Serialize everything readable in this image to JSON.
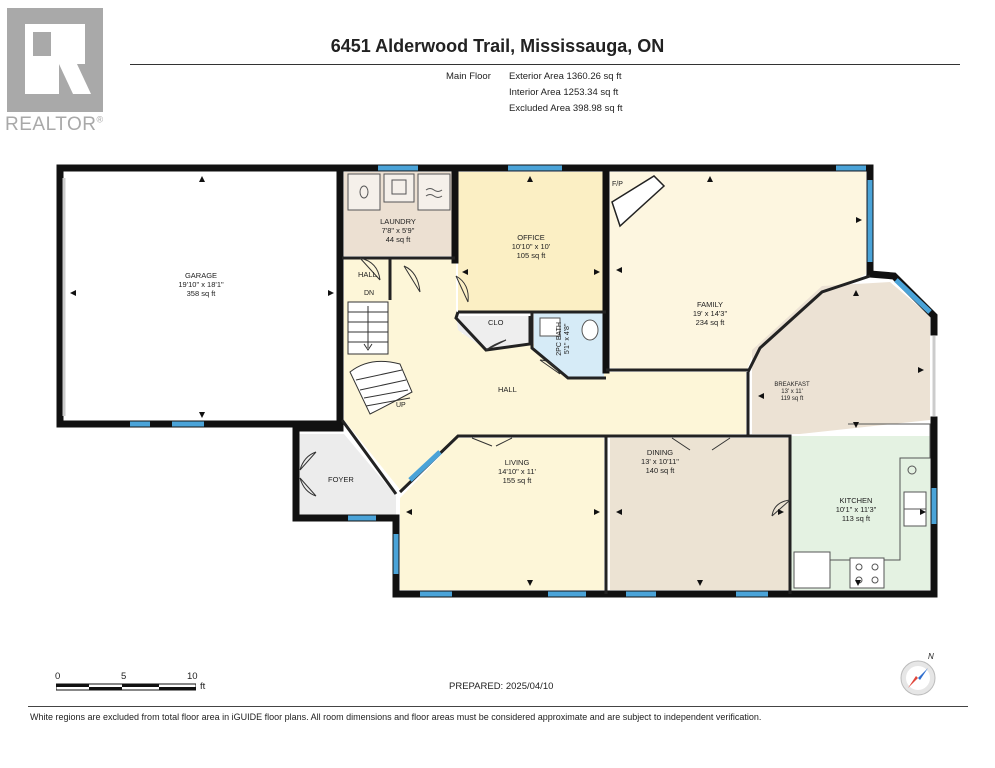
{
  "header": {
    "address": "6451 Alderwood Trail, Mississauga, ON"
  },
  "areas": {
    "floor_name": "Main Floor",
    "exterior": "Exterior Area 1360.26 sq ft",
    "interior": "Interior Area 1253.34 sq ft",
    "excluded": "Excluded Area 398.98 sq ft"
  },
  "logo": {
    "text": "REALTOR",
    "mark": "®"
  },
  "rooms": {
    "garage": {
      "name": "GARAGE",
      "dims": "19'10\" x 18'1\"",
      "area": "358 sq ft"
    },
    "laundry": {
      "name": "LAUNDRY",
      "dims": "7'8\" x 5'9\"",
      "area": "44 sq ft"
    },
    "office": {
      "name": "OFFICE",
      "dims": "10'10\" x 10'",
      "area": "105 sq ft"
    },
    "family": {
      "name": "FAMILY",
      "dims": "19' x 14'3\"",
      "area": "234 sq ft"
    },
    "breakfast": {
      "name": "BREAKFAST",
      "dims": "13' x 11'",
      "area": "119 sq ft"
    },
    "kitchen": {
      "name": "KITCHEN",
      "dims": "10'1\" x 11'3\"",
      "area": "113 sq ft"
    },
    "dining": {
      "name": "DINING",
      "dims": "13' x 10'11\"",
      "area": "140 sq ft"
    },
    "living": {
      "name": "LIVING",
      "dims": "14'10\" x 11'",
      "area": "155 sq ft"
    },
    "bath": {
      "name": "2PC BATH",
      "dims": "5'1\" x 4'8\""
    },
    "hall_main": "HALL",
    "hall_small": "HALL",
    "clo": "CLO",
    "foyer": "FOYER",
    "fp": "F/P",
    "dn": "DN",
    "up": "UP"
  },
  "scale": {
    "ticks": [
      "0",
      "5",
      "10"
    ],
    "unit": "ft"
  },
  "compass": {
    "label": "N"
  },
  "prepared": "PREPARED: 2025/04/10",
  "disclaimer": "White regions are excluded from total floor area in iGUIDE floor plans. All room dimensions and floor areas must be considered approximate and are subject to independent verification.",
  "colors": {
    "wall": "#111111",
    "window": "#4aa3d8",
    "office_fill": "#fbefc4",
    "hall_fill": "#fdf6d8",
    "family_fill": "#fdf6e0",
    "breakfast_fill": "#ece2d4",
    "kitchen_fill": "#e4f2e2",
    "dining_fill": "#ece3d3",
    "laundry_fill": "#ece0d2",
    "bath_fill": "#d6ebf7",
    "foyer_fill": "#ececec"
  }
}
